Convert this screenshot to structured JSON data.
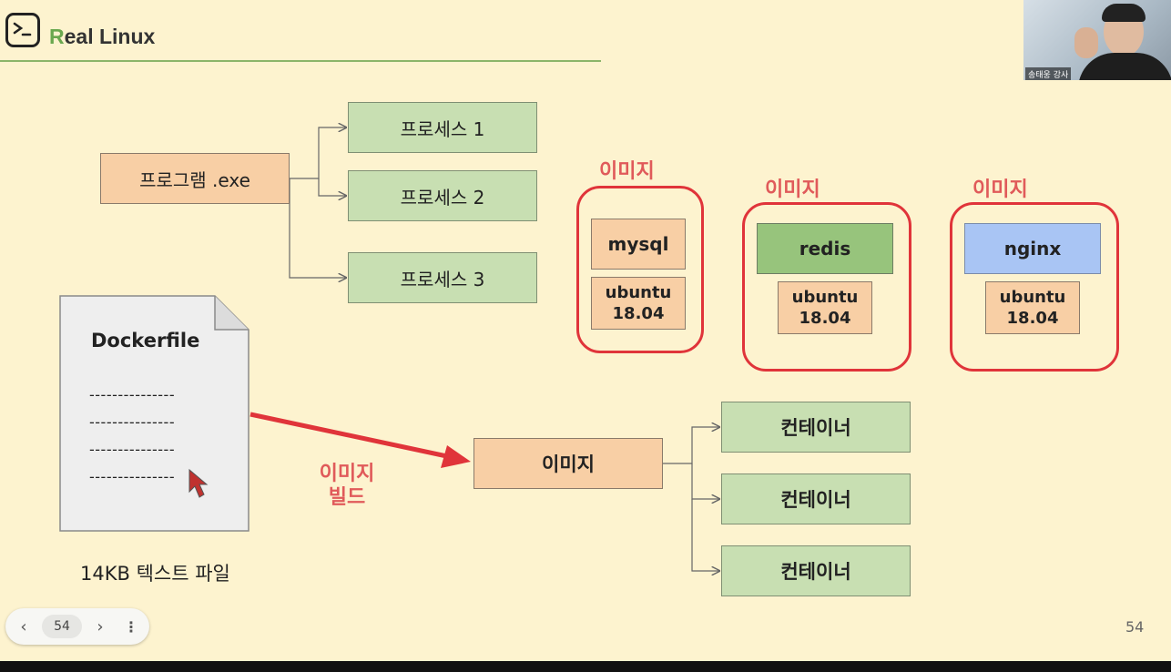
{
  "header": {
    "title_first_letter": "R",
    "title_rest": "eal Linux",
    "logo_icon": "terminal-icon"
  },
  "webcam": {
    "caption": "송태웅 강사"
  },
  "program": {
    "label": "프로그램 .exe",
    "processes": [
      "프로세스 1",
      "프로세스 2",
      "프로세스 3"
    ]
  },
  "image_groups": [
    {
      "title": "이미지",
      "app": "mysql",
      "base": [
        "ubuntu",
        "18.04"
      ]
    },
    {
      "title": "이미지",
      "app": "redis",
      "base": [
        "ubuntu",
        "18.04"
      ]
    },
    {
      "title": "이미지",
      "app": "nginx",
      "base": [
        "ubuntu",
        "18.04"
      ]
    }
  ],
  "dockerfile": {
    "title": "Dockerfile",
    "lines": [
      "---------------",
      "---------------",
      "---------------",
      "---------------"
    ],
    "caption": "14KB 텍스트 파일"
  },
  "build": {
    "label_line1": "이미지",
    "label_line2": "빌드",
    "target": "이미지"
  },
  "containers": [
    "컨테이너",
    "컨테이너",
    "컨테이너"
  ],
  "controls": {
    "page_current": "54",
    "prev_icon": "chevron-left-icon",
    "next_icon": "chevron-right-icon",
    "more_icon": "more-vertical-icon"
  },
  "slide_number": "54",
  "colors": {
    "accent_green": "#6aa84f",
    "red": "#e0343a",
    "orange": "#f8cfa5",
    "green": "#c8dfb2",
    "blue": "#a9c5f4"
  }
}
